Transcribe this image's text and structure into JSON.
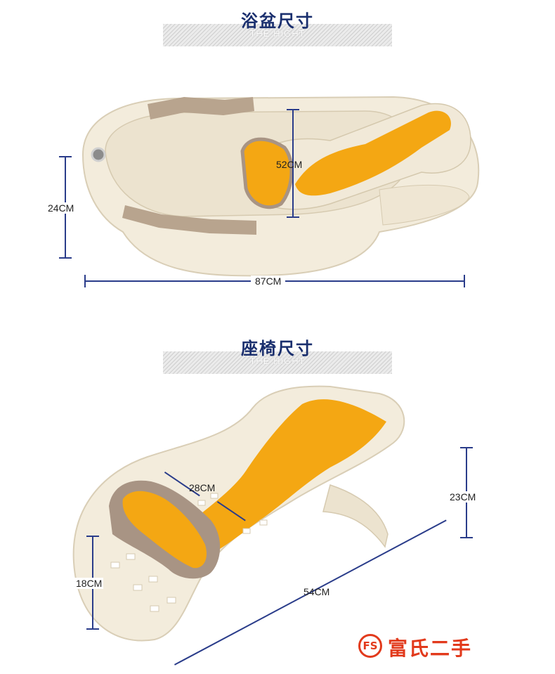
{
  "tub_section": {
    "title_cn": "浴盆尺寸",
    "title_en": "THE HIGHT",
    "dimensions": {
      "height": "24CM",
      "length": "87CM",
      "seat_height": "52CM"
    }
  },
  "seat_section": {
    "title_cn": "座椅尺寸",
    "title_en": "THE HIGHT",
    "dimensions": {
      "width": "28CM",
      "height": "23CM",
      "front_height": "18CM",
      "length": "54CM"
    }
  },
  "watermark": {
    "logo": "FS",
    "text": "富氏二手"
  },
  "colors": {
    "dimension_line": "#2a3c8a",
    "title_text": "#1a2f6e",
    "tub_body": "#f3ecdc",
    "accent_orange": "#f4a713",
    "handle_brown": "#b8a48e",
    "watermark_red": "#e23a1c"
  }
}
